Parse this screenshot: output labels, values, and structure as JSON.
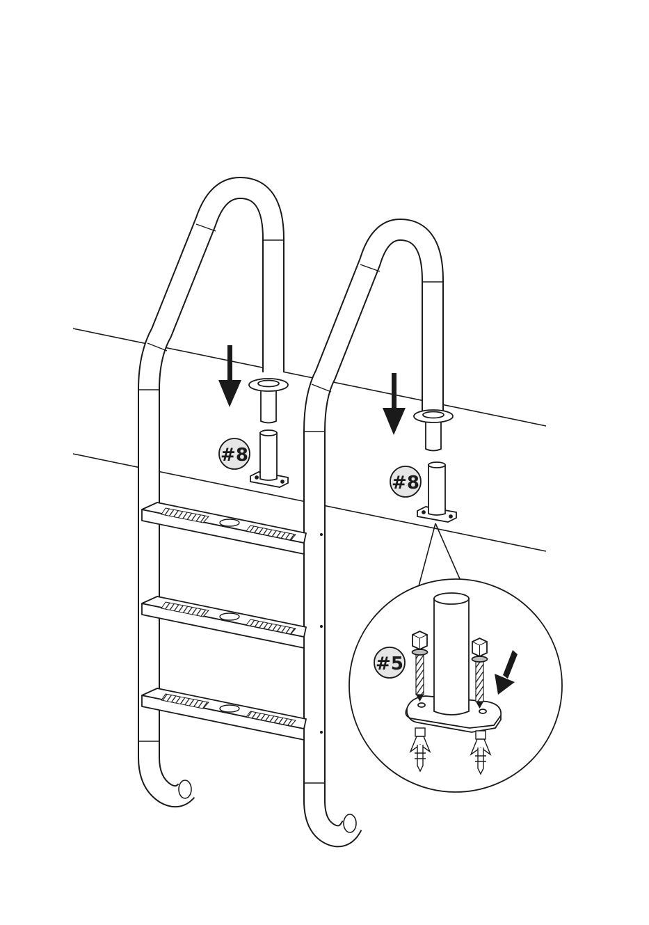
{
  "colors": {
    "line": "#1a1a1a",
    "fill": "#ffffff",
    "shade": "#d9d9d9",
    "dark": "#333333"
  },
  "labels": {
    "part_left": "#8",
    "part_right": "#8",
    "part_bolt": "#5"
  },
  "icons": [
    "down-arrow-icon",
    "down-arrow-icon",
    "diagonal-arrow-icon"
  ]
}
